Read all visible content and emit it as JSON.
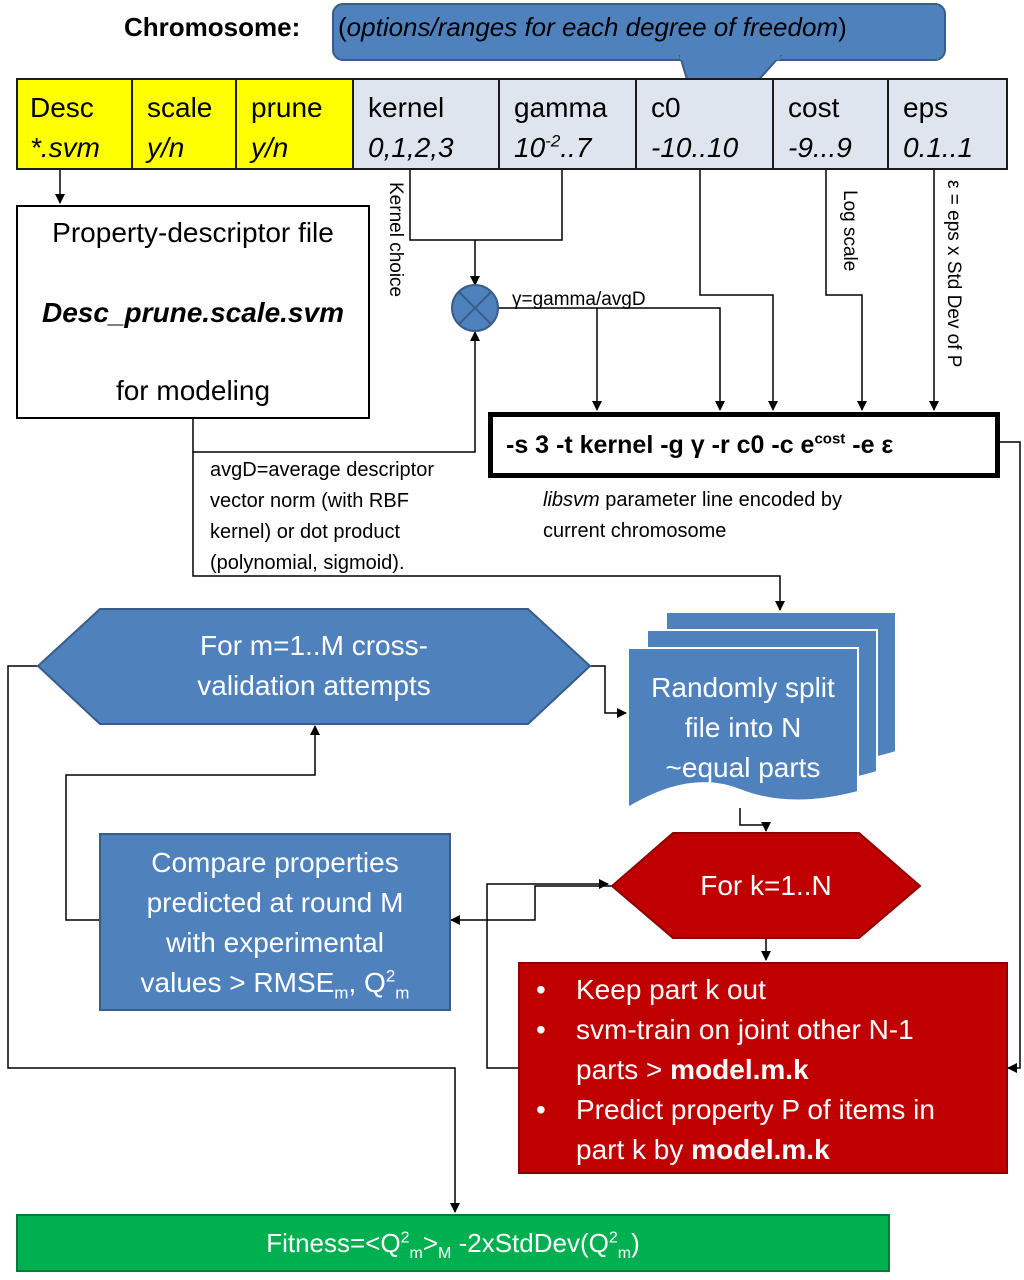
{
  "header": {
    "title": "Chromosome:",
    "callout_open": "(",
    "callout_text": "options/ranges for each degree of freedom",
    "callout_close": ")"
  },
  "chromosome": [
    {
      "name": "Desc",
      "range": "*.svm"
    },
    {
      "name": "scale",
      "range": "y/n"
    },
    {
      "name": "prune",
      "range": "y/n"
    },
    {
      "name": "kernel",
      "range": "0,1,2,3"
    },
    {
      "name": "gamma",
      "range_base": "10",
      "range_exp": "-2",
      "range_tail": "..7"
    },
    {
      "name": "c0",
      "range": "-10..10"
    },
    {
      "name": "cost",
      "range": "-9...9"
    },
    {
      "name": "eps",
      "range": "0.1..1"
    }
  ],
  "property_file": {
    "line1": "Property-descriptor file",
    "filename": "Desc_prune.scale.svm",
    "line3": "for modeling"
  },
  "side_labels": {
    "kernel_choice": "Kernel choice",
    "log_scale": "Log scale",
    "eps_formula": "ε = eps x Std Dev of P"
  },
  "gamma_formula": "γ=gamma/avgD",
  "avgd_note": [
    "avgD=average  descriptor",
    "vector  norm (with RBF",
    "kernel) or dot product",
    "(polynomial, sigmoid)."
  ],
  "param_line": {
    "prefix": "-s 3 -t kernel -g γ  -r c0 -c e",
    "sup": "cost",
    "suffix": " -e ε"
  },
  "libsvm_note": {
    "italic": "libsvm",
    "rest1": "  parameter line encoded by",
    "rest2": "current chromosome"
  },
  "loop_m": {
    "line1": "For m=1..M cross-",
    "line2": "validation attempts"
  },
  "split": {
    "line1": "Randomly split",
    "line2": "file into N",
    "line3": "~equal parts"
  },
  "compare": {
    "line1": "Compare properties",
    "line2": "predicted at round M",
    "line3": "with experimental",
    "line4_a": "values > RMSE",
    "line4_sub1": "m",
    "line4_b": ", Q",
    "line4_sup": "2",
    "line4_sub2": "m"
  },
  "loop_k": {
    "label": "For k=1..N"
  },
  "train": {
    "bullet": "•",
    "item1": "Keep part k out",
    "item2_a": "svm-train on joint other N-1",
    "item2_b": "parts  > ",
    "item2_bold": "model.m.k",
    "item3_a": "Predict property P of items in",
    "item3_b": "part k by ",
    "item3_bold": "model.m.k"
  },
  "fitness": {
    "a": "Fitness=<Q",
    "sup1": "2",
    "sub1": "m",
    "b": ">",
    "sub2": "M",
    "c": " -2xStdDev(Q",
    "sup2": "2",
    "sub3": "m",
    "d": ")"
  },
  "colors": {
    "yellow": "#ffff00",
    "grey_cell": "#dfe5ef",
    "blue": "#4f81bd",
    "red": "#c00000",
    "green": "#00b050"
  }
}
